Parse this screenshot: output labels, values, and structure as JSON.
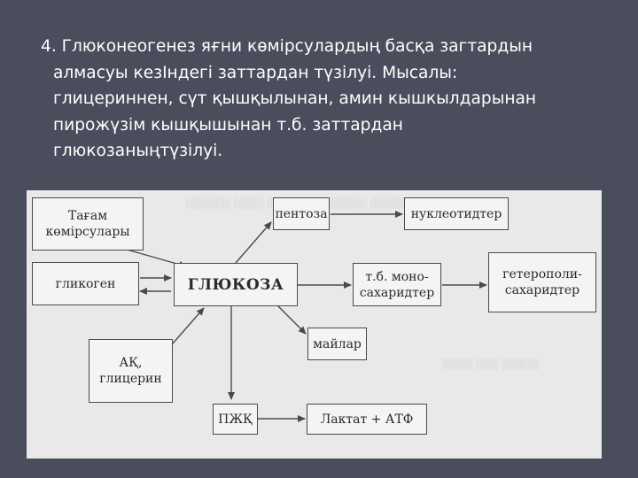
{
  "slide": {
    "paragraph_lines": [
      "4. Глюконеогенез яғни көмірсулардың басқа загтардын",
      "алмасуы кезІндегі заттардан түзілуі. Мысалы:",
      "глицериннен, сүт қышқылынан, амин кышкылдарынан",
      "пирожүзім кышқышынан т.б. заттардан",
      "глюкозаныңтүзілуі."
    ]
  },
  "diagram": {
    "nodes": {
      "food_carbs": "Тағам\nкөмірсулары",
      "glycogen": "гликоген",
      "glucose": "ГЛЮКОЗА",
      "pentose": "пентоза",
      "nucleotides": "нуклеотидтер",
      "monosaccharides": "т.б. моно-\nсахаридтер",
      "heteropolysaccharides": "гетерополи-\nсахаридтер",
      "fats": "майлар",
      "glycerol": "АҚ,\nглицерин",
      "amino_acids": "ПЖҚ",
      "lactate_atp": "Лактат + АТФ"
    }
  }
}
